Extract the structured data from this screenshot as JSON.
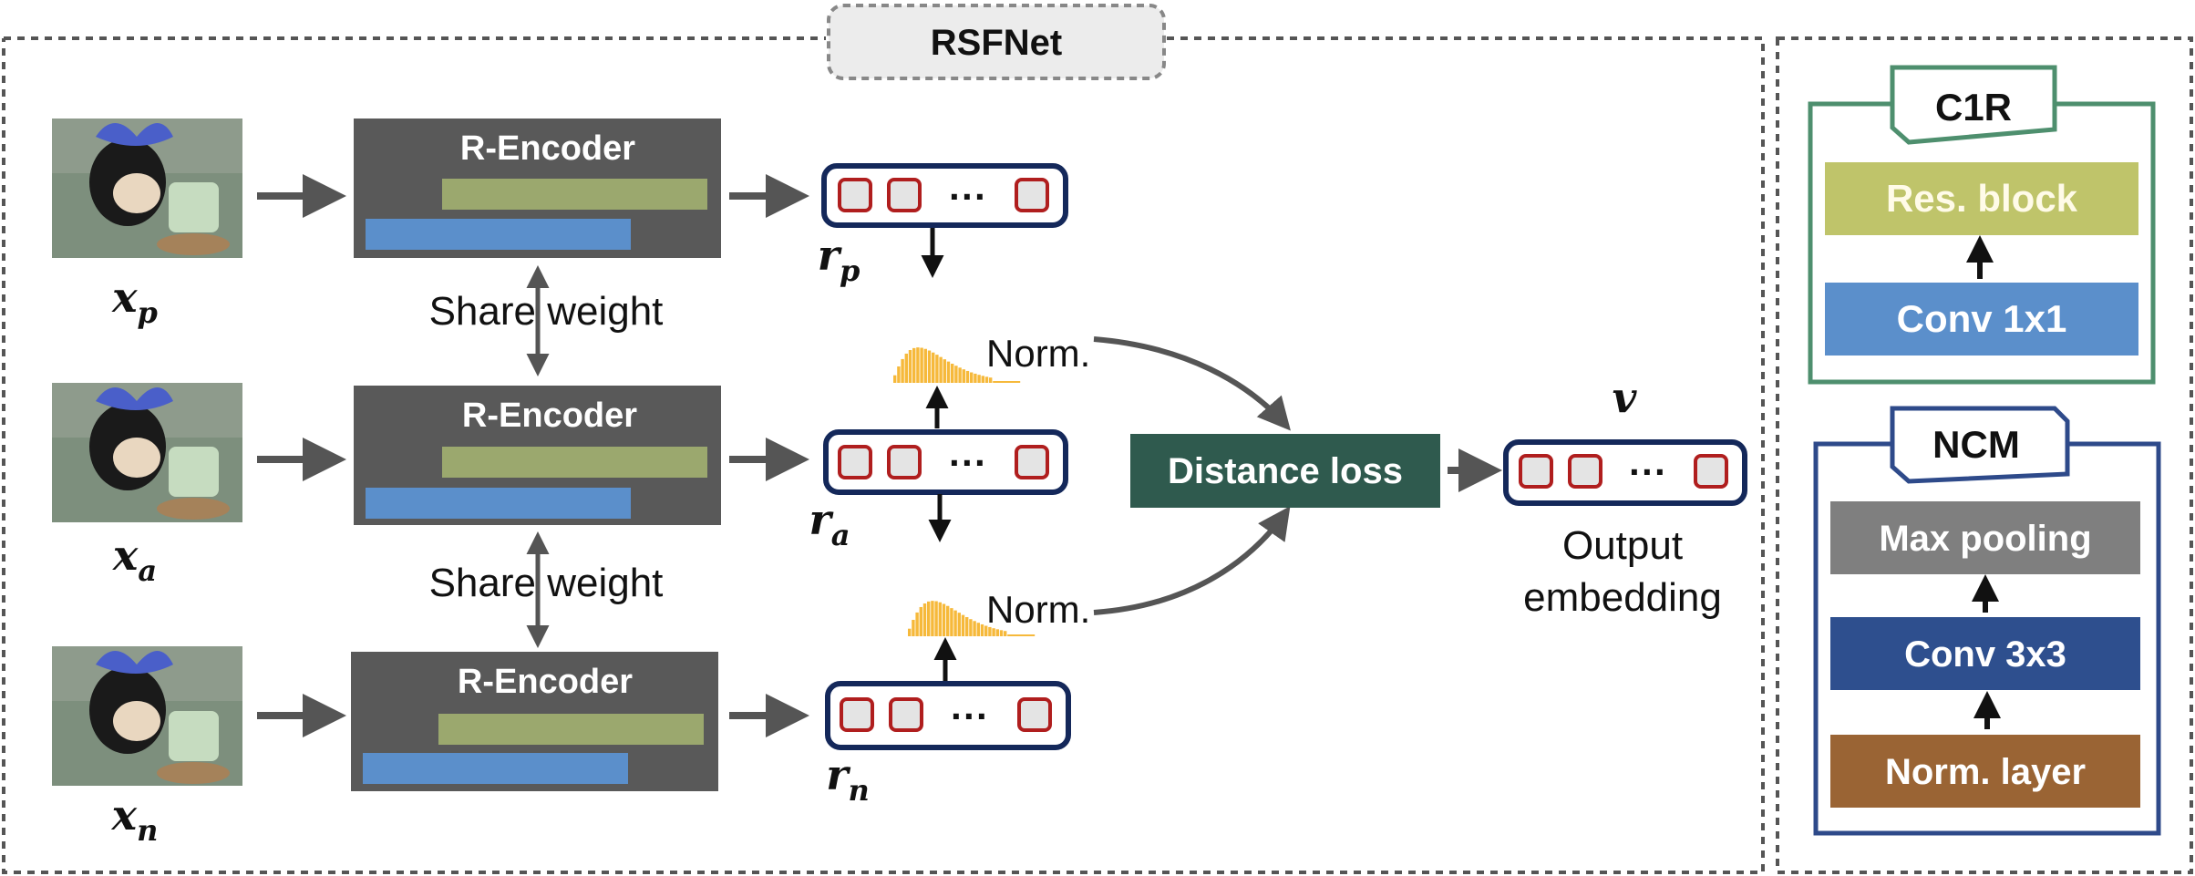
{
  "diagram": {
    "title": "RSFNet",
    "encoder_label": "R-Encoder",
    "share_weight_label": "Share weight",
    "norm_label": "Norm.",
    "distance_loss_label": "Distance loss",
    "embedding_dots": "···",
    "output_var": "v",
    "output_label_line1": "Output",
    "output_label_line2": "embedding",
    "inputs": [
      {
        "name": "x",
        "sub": "p"
      },
      {
        "name": "x",
        "sub": "a"
      },
      {
        "name": "x",
        "sub": "n"
      }
    ],
    "reps": [
      {
        "name": "r",
        "sub": "p"
      },
      {
        "name": "r",
        "sub": "a"
      },
      {
        "name": "r",
        "sub": "n"
      }
    ]
  },
  "legend": {
    "c1r": {
      "title": "C1R",
      "blocks": [
        "Res. block",
        "Conv 1x1"
      ]
    },
    "ncm": {
      "title": "NCM",
      "blocks": [
        "Max pooling",
        "Conv 3x3",
        "Norm. layer"
      ]
    }
  },
  "colors": {
    "encoder_bg": "#595959",
    "olive_bar": "#9ba86e",
    "blue_bar": "#5b8fcb",
    "embedding_border": "#14285a",
    "cell_border": "#b01e1e",
    "cell_fill": "#e4e4e4",
    "hist": "#f6b93b",
    "distance_loss_bg": "#2f5a4e",
    "c1r_border": "#4e8f6e",
    "ncm_border": "#2e4a8a",
    "res_block": "#bfc46a",
    "conv1x1": "#5b8fcb",
    "max_pool": "#7f7f7f",
    "conv3x3": "#2e4f8e",
    "norm_layer": "#9a6434",
    "arrow_gray": "#555555"
  }
}
